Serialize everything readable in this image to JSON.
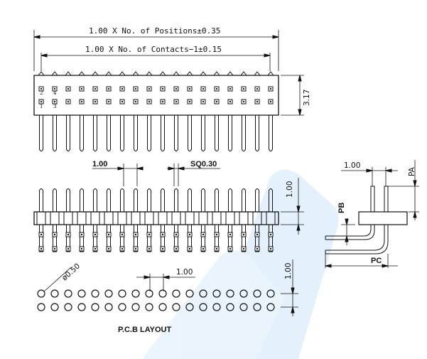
{
  "dims": {
    "positions": "1.00 X No. of Positions±0.35",
    "contacts": "1.00 X No. of Contacts−1±0.15",
    "height": "3.17",
    "pitch": "1.00",
    "square": "SQ0.30",
    "row_gap": "1.00",
    "diameter": "ø0.50",
    "pcb_pitch": "1.00",
    "pcb_row": "1.00",
    "side_pitch": "1.00"
  },
  "pin_numbers": {
    "top_left_a": "2",
    "top_left_b": "4",
    "bottom_left_a": "1",
    "bottom_left_b": "3"
  },
  "side_labels": {
    "pa": "PA",
    "pb": "PB",
    "pc": "PC"
  },
  "pcb_layout_title": "P.C.B LAYOUT",
  "pin_count": 18,
  "colors": {
    "watermark": "#cfe6fb",
    "line": "#111111"
  }
}
